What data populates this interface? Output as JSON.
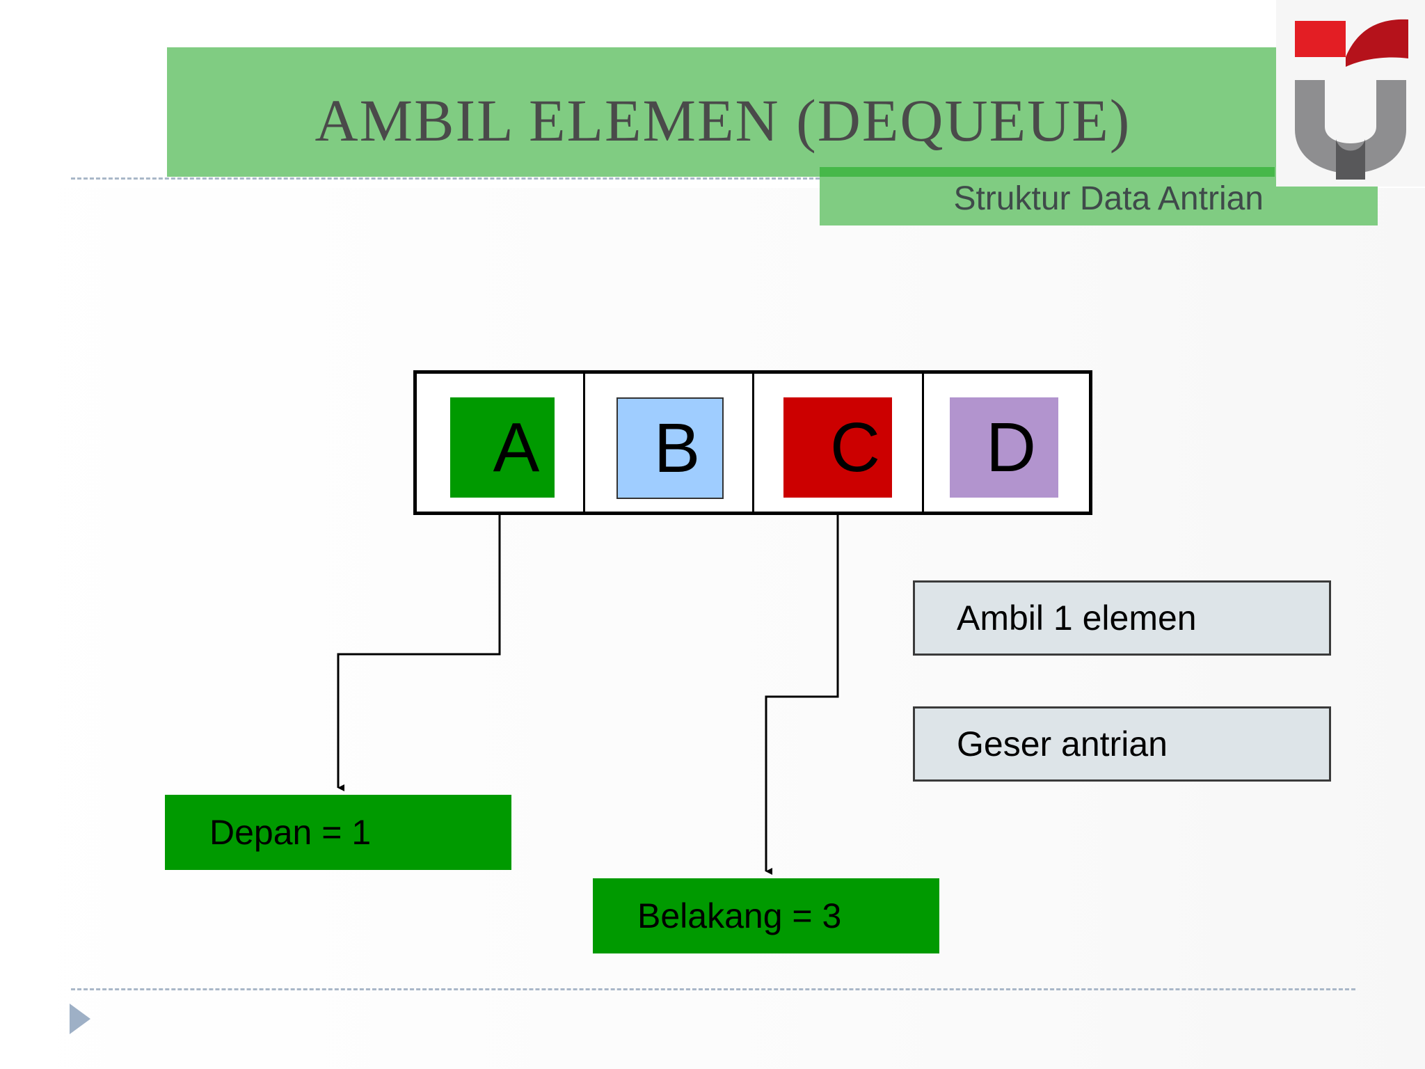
{
  "slide": {
    "title": "AMBIL ELEMEN (DEQUEUE)",
    "subtitle": "Struktur Data Antrian"
  },
  "queue": {
    "cells": [
      {
        "label": "A",
        "color": "#009a00"
      },
      {
        "label": "B",
        "color": "#9fcdff"
      },
      {
        "label": "C",
        "color": "#cc0000"
      },
      {
        "label": "D",
        "color": "#b294ce"
      }
    ]
  },
  "pointers": {
    "front": "Depan = 1",
    "rear": "Belakang = 3"
  },
  "steps": [
    "Ambil 1 elemen",
    "Geser antrian"
  ],
  "colors": {
    "header_green": "#80cc82",
    "pointer_green": "#009a00",
    "step_box": "#dde4e8"
  },
  "icons": {
    "logo": "university-logo-icon",
    "nav": "next-slide-triangle-icon"
  }
}
